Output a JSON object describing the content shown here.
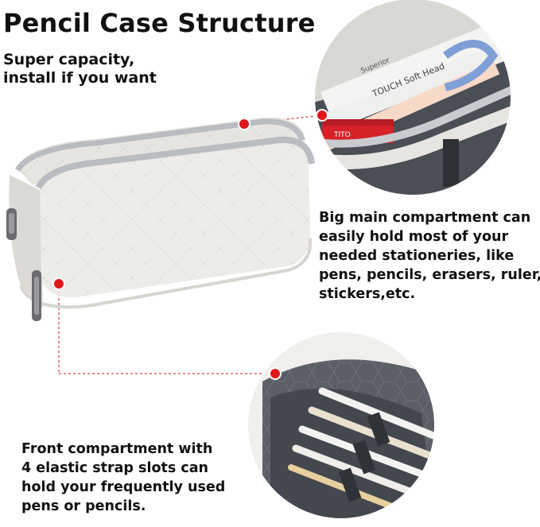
{
  "title": "Pencil Case Structure",
  "subtitle_lines": [
    "Super capacity,",
    "install if you want"
  ],
  "captions": {
    "main_compartment": [
      "Big main compartment can",
      "easily hold most of your",
      "needed stationeries, like",
      "pens, pencils, erasers, ruler,",
      "stickers,etc."
    ],
    "front_compartment": [
      "Front compartment with",
      "4 elastic strap slots can",
      "hold your frequently used",
      "pens or pencils."
    ]
  },
  "product_labels": {
    "marker_brand": "Superior",
    "marker_text": "TOUCH Soft Head",
    "eraser_text": "TITO"
  },
  "colors": {
    "callout_dot": "#e0161b",
    "dashed_line": "#d44",
    "case_body": "#ecebe6",
    "zipper_tape": "#b9bcc0",
    "interior": "#4a4e55"
  },
  "icons": {
    "callout_marker": "red-dot-icon",
    "zipper_pull": "zipper-pull-icon"
  }
}
